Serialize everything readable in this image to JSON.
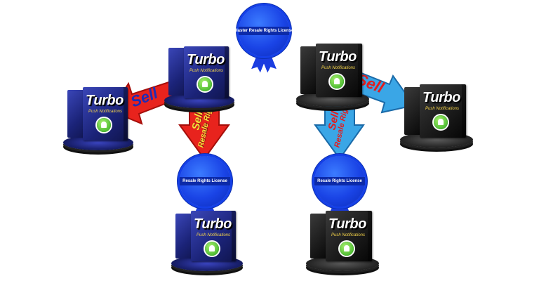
{
  "diagram": {
    "master_badge": {
      "label": "Master Resale Rights License"
    },
    "resale_badge_left": {
      "label": "Resale Rights License"
    },
    "resale_badge_right": {
      "label": "Resale Rights License"
    },
    "product": {
      "title": "Turbo",
      "subtitle": "Push Notifications"
    },
    "arrows": {
      "red_sell_left": {
        "label": "Sell"
      },
      "red_sell_down": {
        "line1": "Sell",
        "line2": "Resale Rights"
      },
      "blue_sell_right": {
        "label": "Sell"
      },
      "blue_sell_down": {
        "line1": "Sell",
        "line2": "Resale Rights"
      }
    },
    "colors": {
      "red_arrow": "#e8231d",
      "red_arrow_dark": "#a50e0a",
      "red_arrow_text": "#1f2db5",
      "red_down_text": "#f7e23a",
      "blue_arrow": "#3aa6e6",
      "blue_arrow_dark": "#1a6aa8",
      "blue_arrow_text": "#e21d1d",
      "badge_blue": "#1a44e6"
    }
  }
}
